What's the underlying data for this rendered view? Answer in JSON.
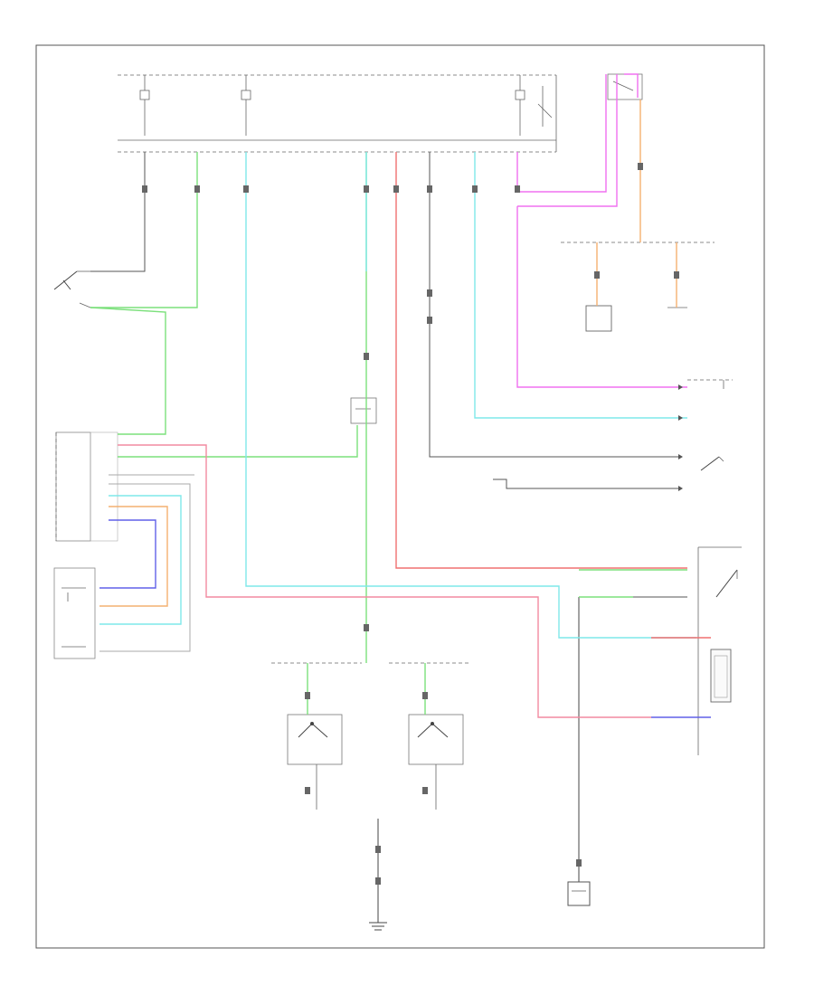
{
  "diagram": {
    "footer_code": "",
    "components": [
      {
        "id": "brake-pedal-position-switch",
        "label": ""
      },
      {
        "id": "ecm-pcm",
        "label": ""
      },
      {
        "id": "gear-position-switch",
        "label": ""
      },
      {
        "id": "shift-lock-solenoid",
        "label": ""
      },
      {
        "id": "park-pin-switch",
        "label": ""
      },
      {
        "id": "transmission-range-switch-a",
        "label": ""
      },
      {
        "id": "transmission-range-switch-b",
        "label": ""
      },
      {
        "id": "ground-bottom-center",
        "label": ""
      },
      {
        "id": "ground-bottom-right",
        "label": ""
      },
      {
        "id": "fuse-box-top",
        "label": ""
      },
      {
        "id": "lamp-left",
        "label": ""
      },
      {
        "id": "lamp-right",
        "label": ""
      },
      {
        "id": "relay-top-right",
        "label": ""
      }
    ],
    "wire_colors": {
      "green": "#7ce07c",
      "cyan": "#7fe8ea",
      "red": "#f07070",
      "pink": "#f28aa0",
      "magenta": "#f070f0",
      "orange": "#f4b070",
      "blue": "#6060e8",
      "gray": "#9a9a9a",
      "black": "#555555"
    }
  }
}
